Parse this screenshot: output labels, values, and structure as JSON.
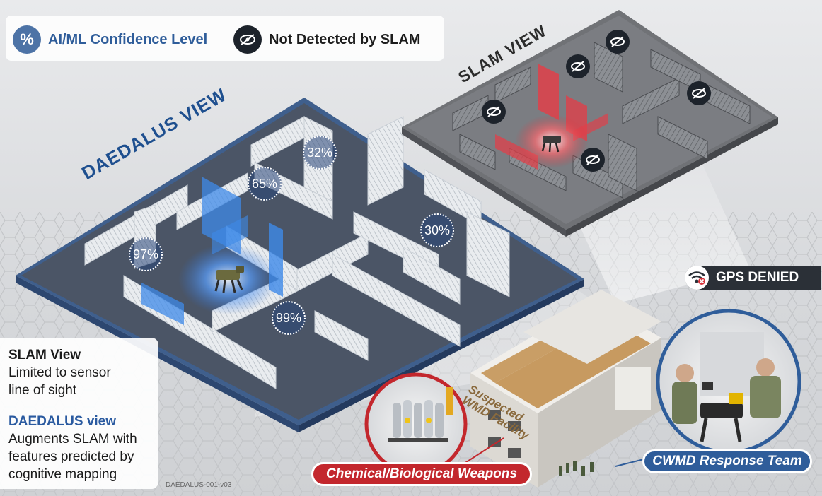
{
  "legend": {
    "confidence_symbol": "%",
    "confidence_label": "AI/ML Confidence Level",
    "not_detected_label": "Not Detected by SLAM",
    "not_detected_icon": "eye-slash-icon"
  },
  "views": {
    "daedalus_title": "DAEDALUS VIEW",
    "slam_title": "SLAM VIEW"
  },
  "confidence_levels": [
    "32%",
    "65%",
    "30%",
    "97%",
    "99%"
  ],
  "gps": {
    "label": "GPS DENIED",
    "icon": "wifi-denied-icon"
  },
  "info": {
    "slam_heading": "SLAM View",
    "slam_lines": [
      "Limited to sensor",
      "line of sight"
    ],
    "daedalus_heading": "DAEDALUS view",
    "daedalus_lines": [
      "Augments SLAM with",
      "features predicted by",
      "cognitive mapping"
    ]
  },
  "doc_id": "DAEDALUS-001-v03",
  "facility_label": [
    "Suspected",
    "WMD Facility"
  ],
  "callouts": {
    "chemical": "Chemical/Biological Weapons",
    "team": "CWMD Response Team"
  },
  "colors": {
    "daedalus_blue": "#2f5d9a",
    "slam_gray": "#6f7176",
    "detection_red": "#d8323a",
    "chem_red": "#c3272d"
  }
}
